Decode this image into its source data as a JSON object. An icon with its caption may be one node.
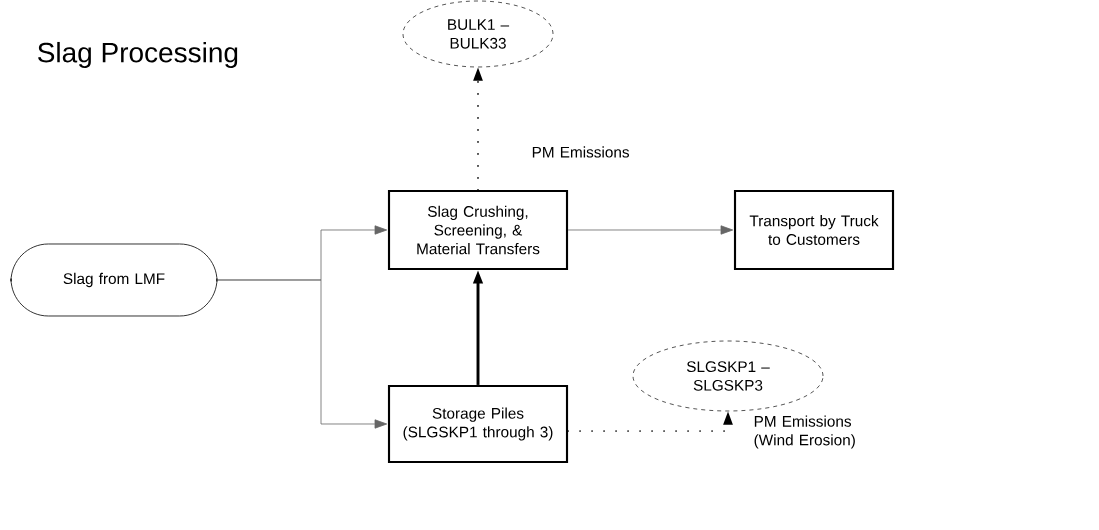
{
  "diagram": {
    "title": "Slag Processing",
    "nodes": [
      {
        "text": [
          "Slag Crushing, Screening, & Material Transfers"
        ]
      },
      {
        "text": [
          "Transport by Truck to Customers"
        ]
      },
      {
        "text": [
          "Slag from LMF"
        ]
      },
      {
        "text": [
          "Storage Piles (SLGSKP1 through 3)"
        ]
      },
      {
        "text": [
          "BULK1 – BULK33"
        ]
      },
      {
        "text": [
          "SLGSKP1 – SLGSKP3"
        ]
      }
    ],
    "edges": [
      {
        "from": 2,
        "to": 0,
        "arrow": "to"
      },
      {
        "from": 2,
        "to": 3,
        "arrow": "to"
      },
      {
        "from": 0,
        "to": 1,
        "arrow": "to"
      },
      {
        "from": 3,
        "to": 0,
        "arrow": "to",
        "style": "thick",
        "color": "#000000"
      },
      {
        "from": 0,
        "to": 4,
        "arrow": "to",
        "style": "dashed",
        "color": "#000000",
        "label": "PM Emissions"
      },
      {
        "from": 3,
        "to": 5,
        "arrow": "to",
        "style": "dashed",
        "color": "#000000",
        "label": "PM Emissions (Wind Erosion)"
      }
    ]
  }
}
